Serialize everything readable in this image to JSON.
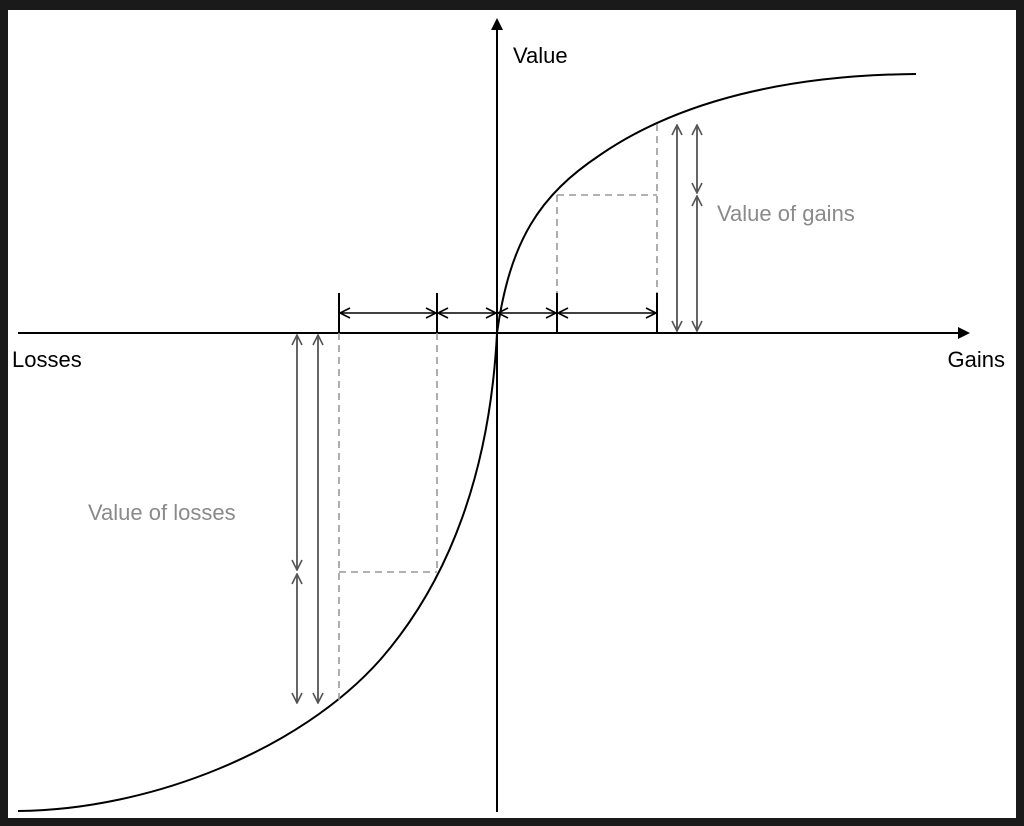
{
  "labels": {
    "y_axis": "Value",
    "x_negative": "Losses",
    "x_positive": "Gains",
    "gains_annotation": "Value of gains",
    "losses_annotation": "Value of losses"
  },
  "colors": {
    "background": "#ffffff",
    "frame": "#1a1a1a",
    "axis": "#000000",
    "curve": "#000000",
    "arrow": "#555555",
    "dashed": "#999999",
    "annotation_text": "#8a8a8a"
  }
}
